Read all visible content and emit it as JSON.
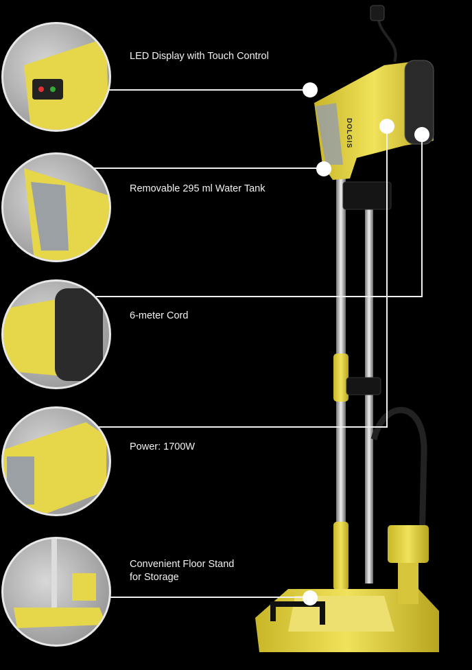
{
  "features": [
    {
      "label": "LED Display with Touch Control"
    },
    {
      "label": "Removable 295 ml Water Tank"
    },
    {
      "label": "6-meter Cord"
    },
    {
      "label": "Power: 1700W"
    },
    {
      "label_line1": "Convenient Floor Stand",
      "label_line2": "for Storage"
    }
  ],
  "product": {
    "brand_mark": "DOLGIS"
  },
  "colors": {
    "product_yellow": "#e8d84a",
    "line": "#f0f0f0",
    "background": "#000000"
  }
}
